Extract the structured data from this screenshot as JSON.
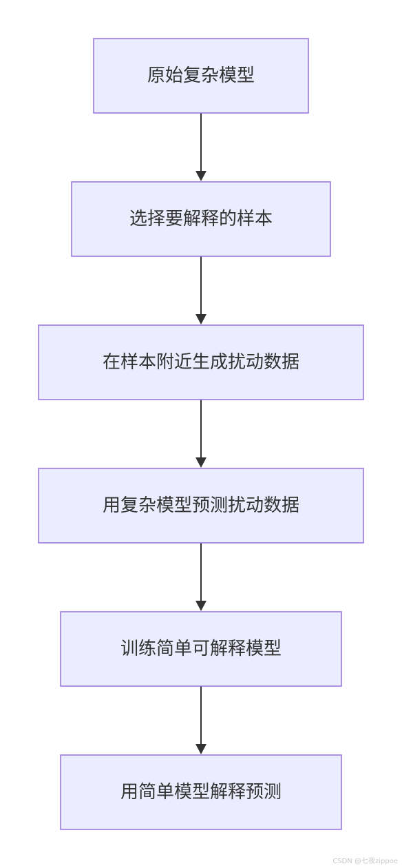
{
  "diagram": {
    "type": "flowchart",
    "direction": "top-to-bottom",
    "node_fill": "#ececff",
    "node_stroke": "#9370db",
    "edge_color": "#333333",
    "nodes": [
      {
        "id": "n1",
        "label": "原始复杂模型"
      },
      {
        "id": "n2",
        "label": "选择要解释的样本"
      },
      {
        "id": "n3",
        "label": "在样本附近生成扰动数据"
      },
      {
        "id": "n4",
        "label": "用复杂模型预测扰动数据"
      },
      {
        "id": "n5",
        "label": "训练简单可解释模型"
      },
      {
        "id": "n6",
        "label": "用简单模型解释预测"
      }
    ],
    "edges": [
      {
        "from": "n1",
        "to": "n2"
      },
      {
        "from": "n2",
        "to": "n3"
      },
      {
        "from": "n3",
        "to": "n4"
      },
      {
        "from": "n4",
        "to": "n5"
      },
      {
        "from": "n5",
        "to": "n6"
      }
    ]
  },
  "watermark": "CSDN @七夜zippoe"
}
